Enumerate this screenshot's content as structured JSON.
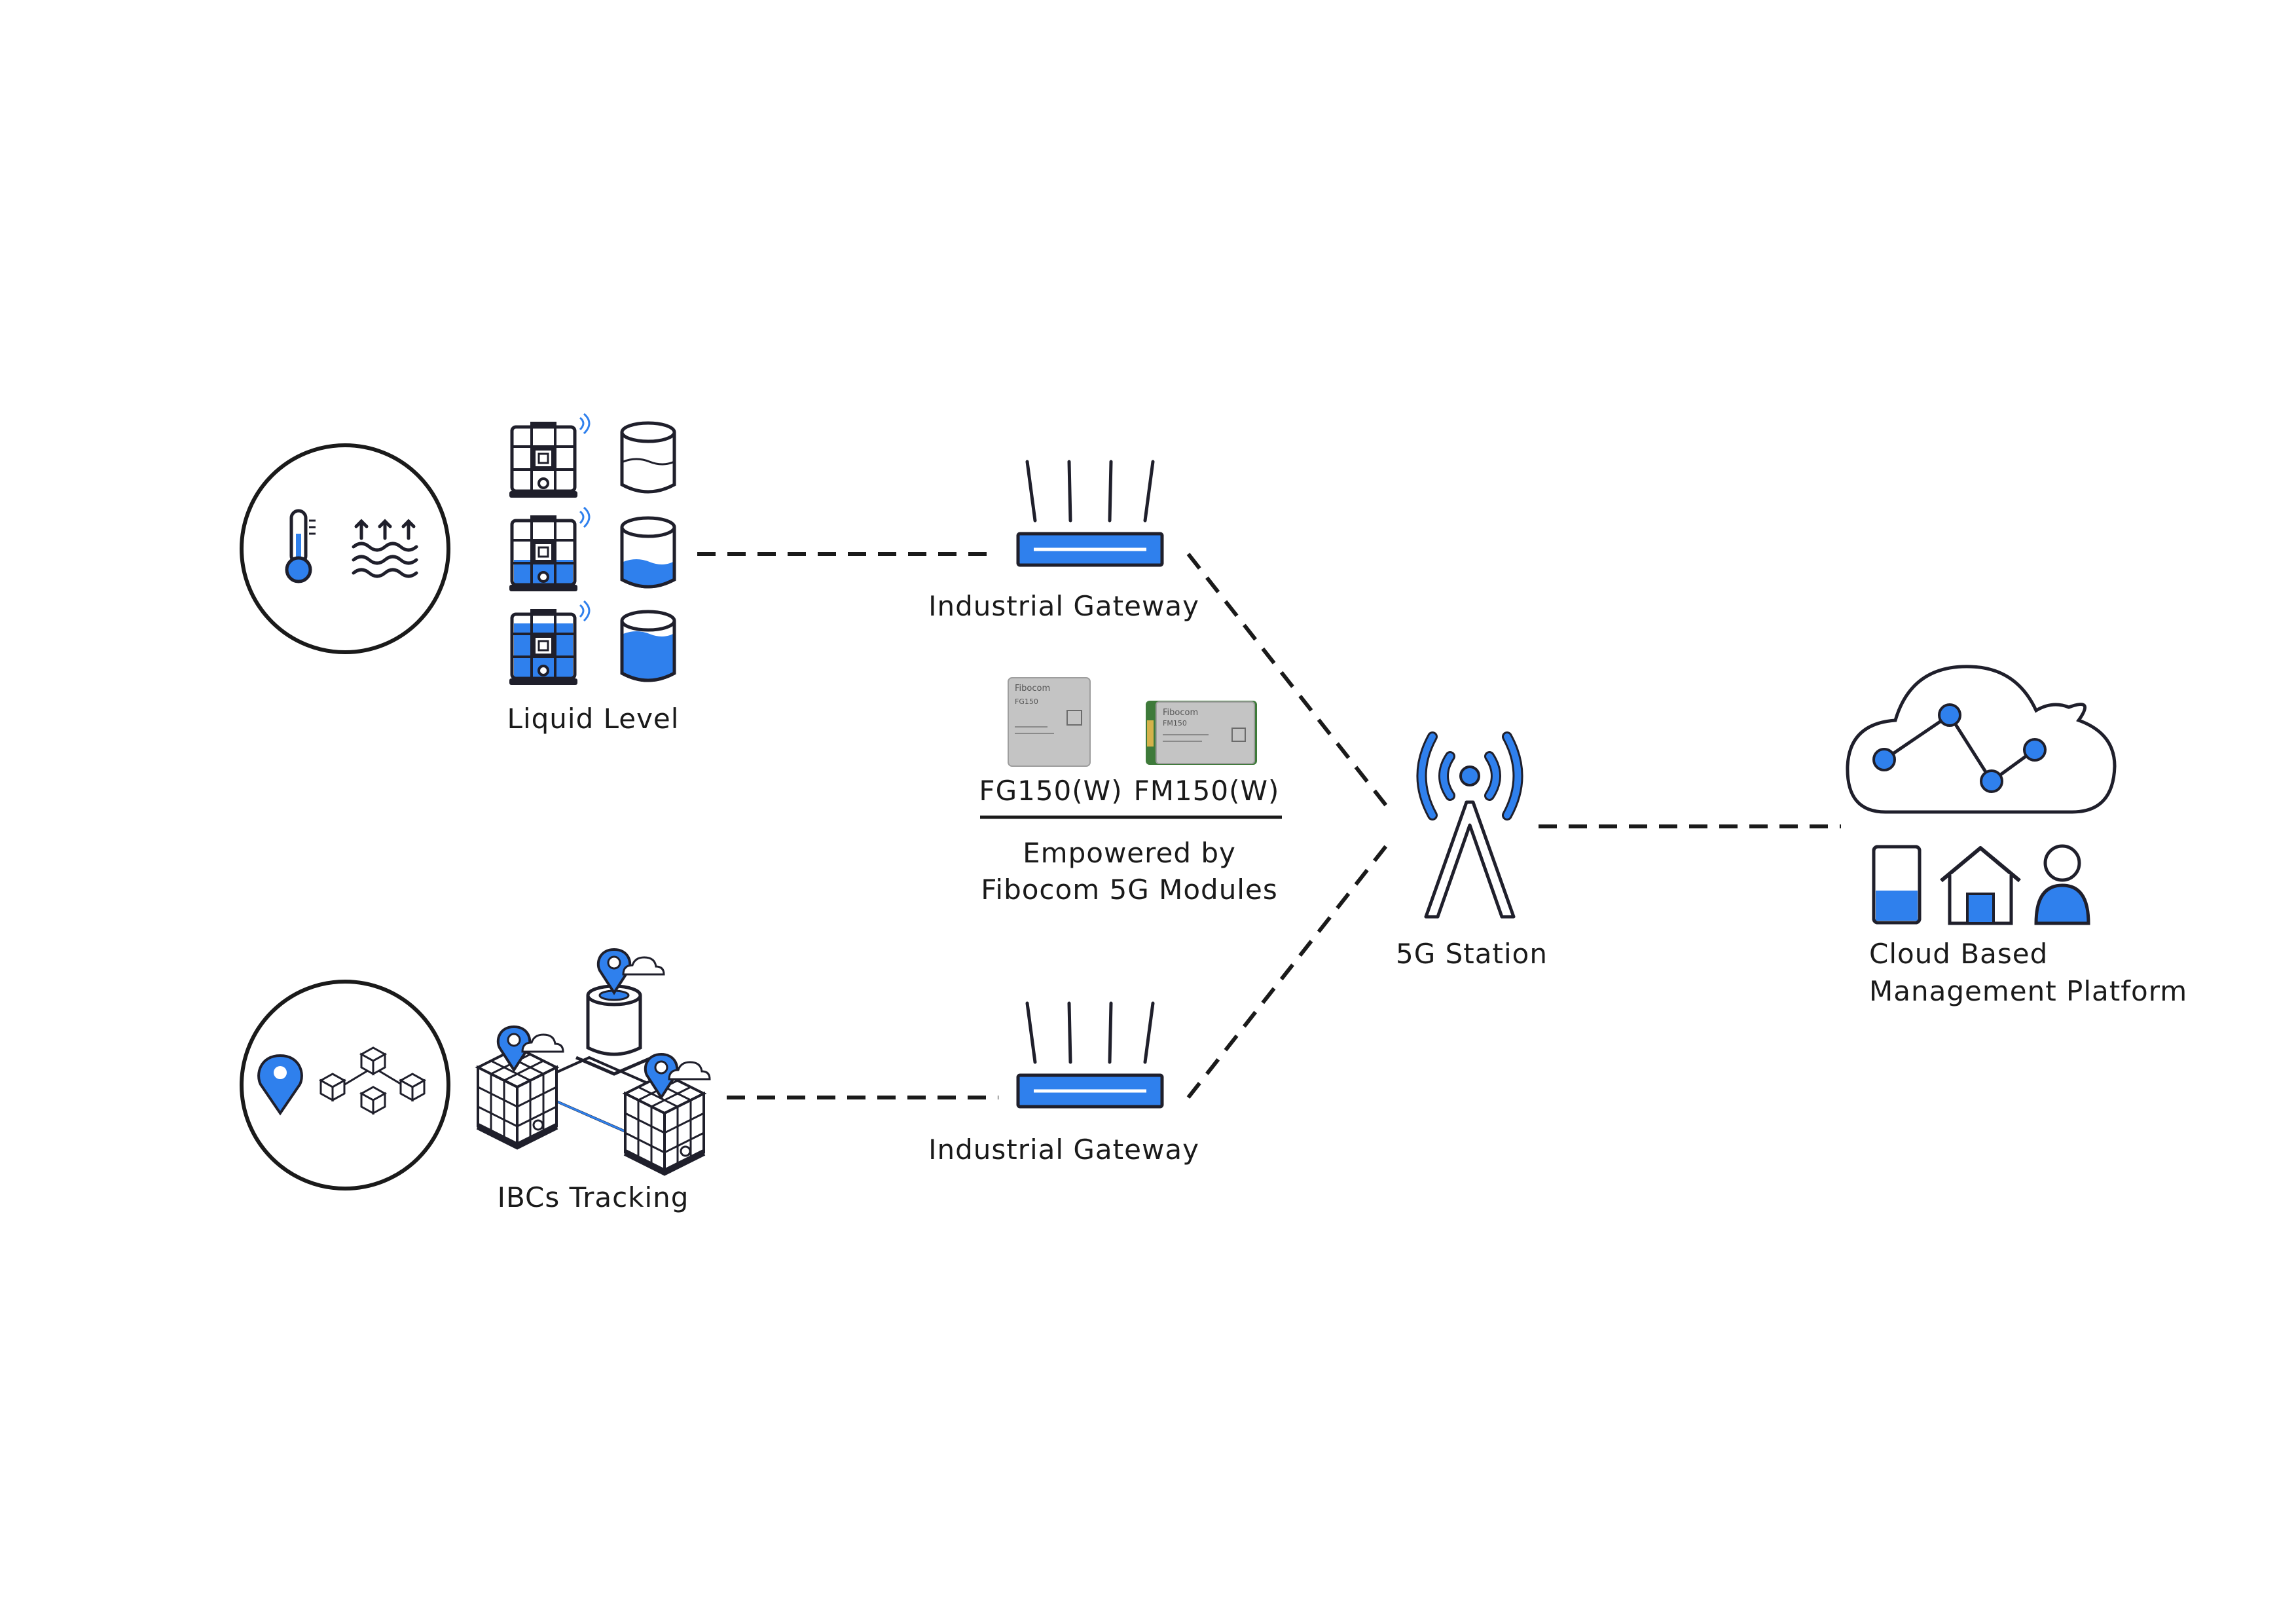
{
  "colors": {
    "accent": "#2f80ed",
    "stroke": "#1f1f2b",
    "module_gray": "#bdbdbd",
    "module_green": "#3e7a3a"
  },
  "labels": {
    "liquid_level": "Liquid Level",
    "ibcs_tracking": "IBCs Tracking",
    "gateway_top": "Industrial Gateway",
    "gateway_bottom": "Industrial Gateway",
    "module_fg": "FG150(W)",
    "module_fm": "FM150(W)",
    "empowered_line1": "Empowered by",
    "empowered_line2": "Fibocom 5G Modules",
    "station": "5G Station",
    "cloud_line1": "Cloud Based",
    "cloud_line2": "Management Platform"
  },
  "module_text": {
    "brand": "Fibocom",
    "fg_model": "FG150",
    "fm_model": "FM150"
  },
  "icons": [
    "thermometer-icon",
    "heat-wave-icon",
    "ibc-tank-icon",
    "cylinder-level-icon",
    "location-pin-icon",
    "cube-network-icon",
    "router-icon",
    "cell-tower-icon",
    "cloud-graph-icon",
    "phone-battery-icon",
    "house-icon",
    "user-icon"
  ]
}
